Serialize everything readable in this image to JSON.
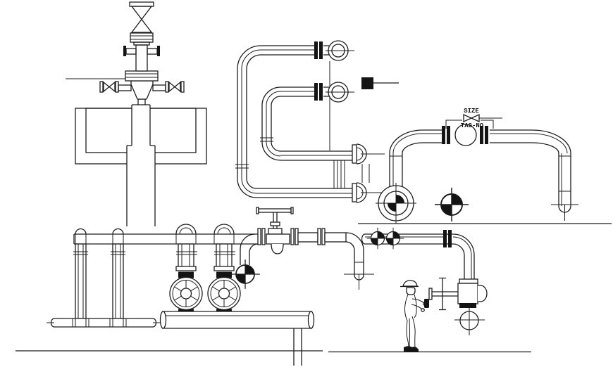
{
  "drawing": {
    "background": "#ffffff",
    "line_color": "#1c1c1c",
    "dark_fill": "#141414",
    "labels": {
      "size": "SIZE",
      "tag_no": "TAG-NO"
    },
    "components": [
      "wellhead-christmas-tree",
      "isometric-pipe-spool",
      "legend-marker",
      "control-valve-loop",
      "pipe-rack-manifold",
      "handwheel-valves",
      "inline-gate-valve-run",
      "flanged-pipe-run",
      "drain-valve-with-handwheel",
      "worker-figure",
      "target-symbols",
      "ground-lines"
    ]
  }
}
